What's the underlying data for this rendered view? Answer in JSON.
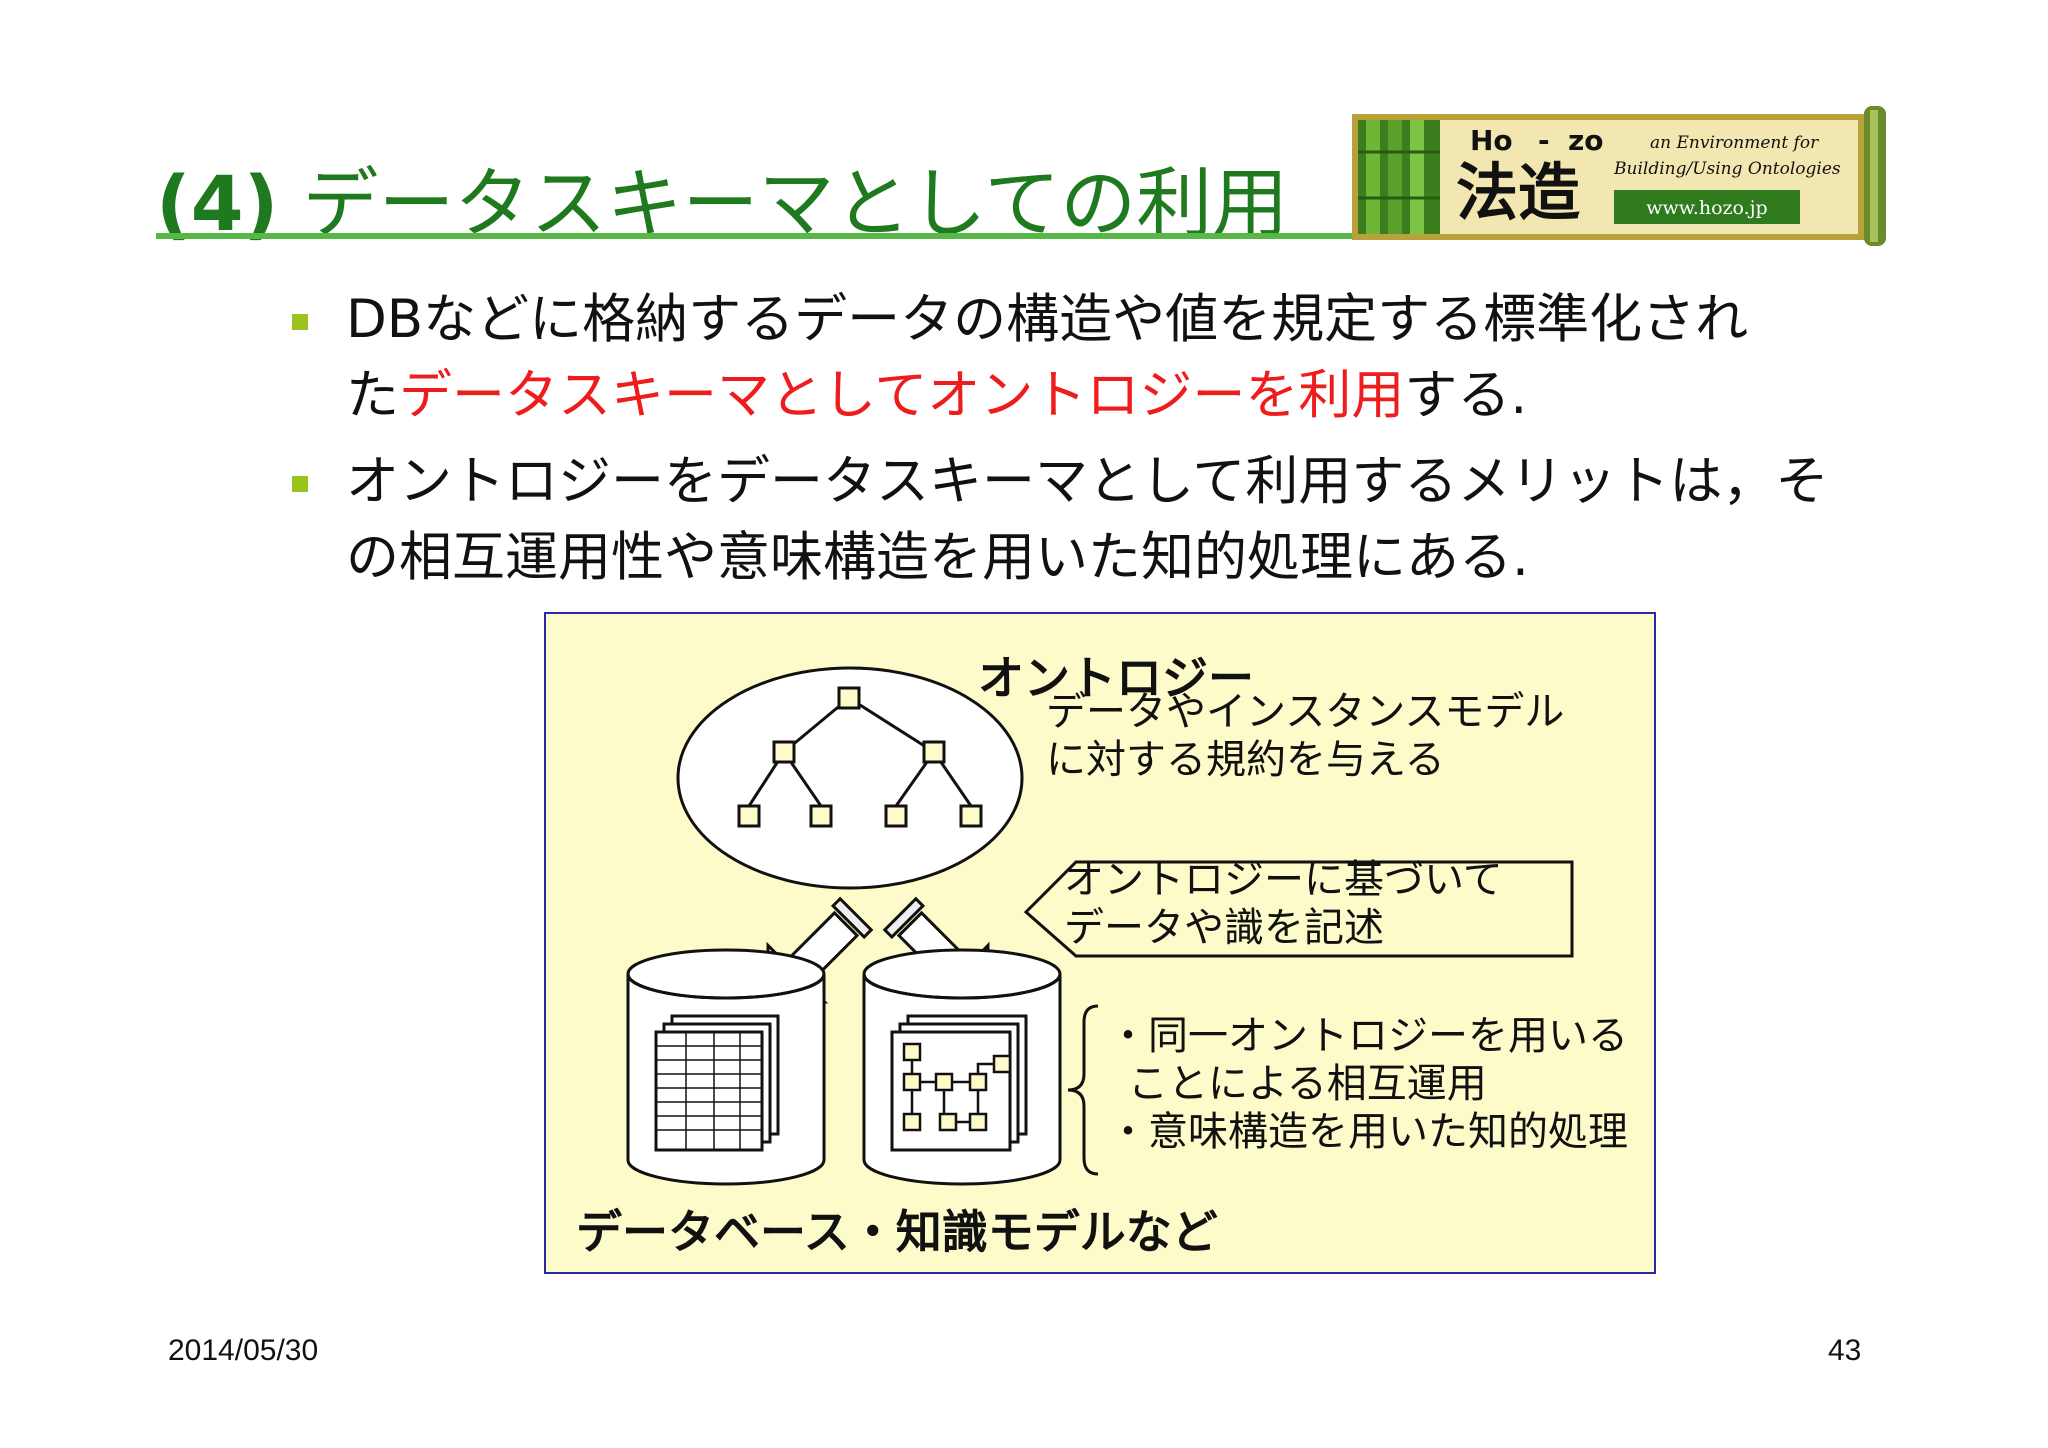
{
  "slide": {
    "title_num": "(4)",
    "title_text": " データスキーマとしての利用",
    "page_number": "43",
    "date": "2014/05/30"
  },
  "logo": {
    "ho": "Ho",
    "dash": "-",
    "zo": "zo",
    "kanji": "法造",
    "tagline1": "an Environment for",
    "tagline2": "Building/Using Ontologies",
    "url": "www.hozo.jp"
  },
  "bullets": [
    {
      "line1": "DBなどに格納するデータの構造や値を規定する標準化され",
      "line2_pre": "た",
      "line2_red": "データスキーマとしてオントロジーを利用",
      "line2_post": "する."
    },
    {
      "line1": "オントロジーをデータスキーマとして利用するメリットは，そ",
      "line2": "の相互運用性や意味構造を用いた知的処理にある."
    }
  ],
  "figure": {
    "ontology_label": "オントロジー",
    "desc_line1": "データやインスタンスモデル",
    "desc_line2": "に対する規約を与える",
    "callout_line1": "オントロジーに基づいて",
    "callout_line2": "データや識を記述",
    "benefit1_line1": "・同一オントロジーを用いる",
    "benefit1_line2": "ことによる相互運用",
    "benefit2": "・意味構造を用いた知的処理",
    "bottom_label": "データベース・知識モデルなど"
  },
  "colors": {
    "title": "#1f7a1f",
    "rule": "#57b847",
    "bullet": "#9bc31f",
    "highlight": "#ee1c1c",
    "figure_bg": "#fdfbc9",
    "figure_border": "#2a2aa8"
  }
}
